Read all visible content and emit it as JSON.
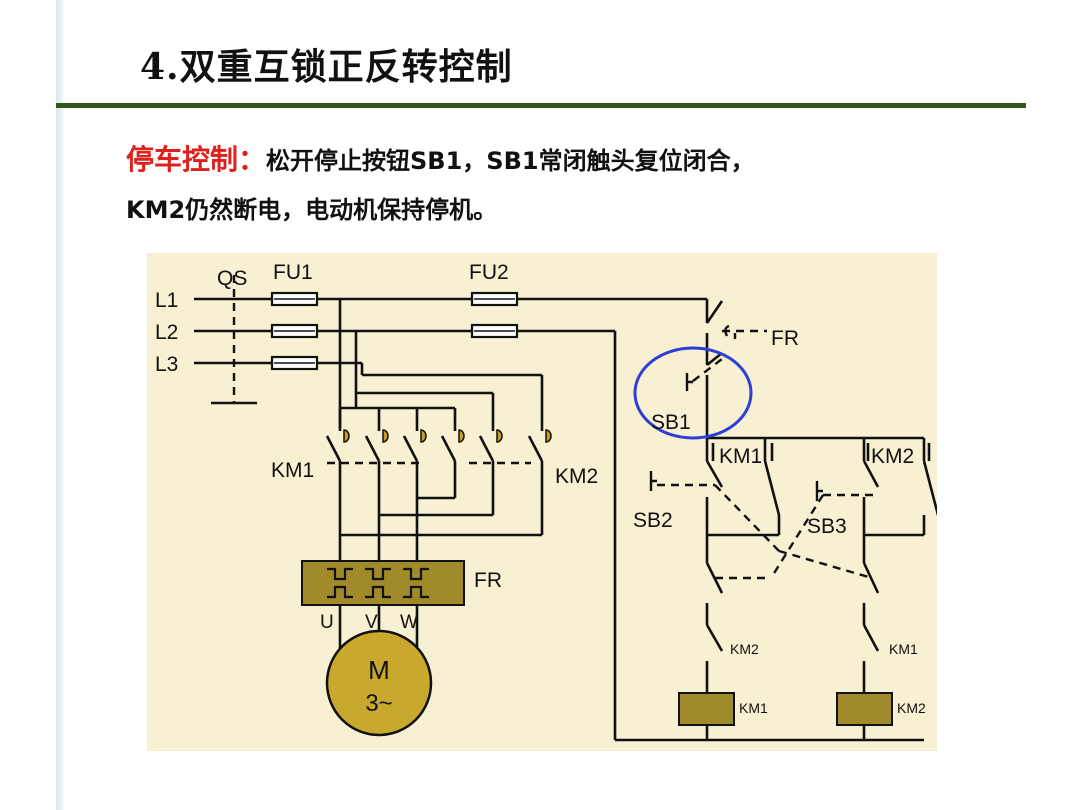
{
  "slide": {
    "title": "4.双重互锁正反转控制",
    "para_key": "停车控制：",
    "para_line1_rest": "松开停止按钮SB1，SB1常闭触头复位闭合，",
    "para_line2": "KM2仍然断电，电动机保持停机。"
  },
  "diagram": {
    "labels": {
      "qs": "QS",
      "fu1": "FU1",
      "fu2": "FU2",
      "l1": "L1",
      "l2": "L2",
      "l3": "L3",
      "km1_main": "KM1",
      "km2_main": "KM2",
      "fr_main": "FR",
      "u": "U",
      "v": "V",
      "w": "W",
      "motor_m": "M",
      "motor_3": "3~",
      "fr_ctrl": "FR",
      "sb1": "SB1",
      "sb2": "SB2",
      "sb3": "SB3",
      "km1_aux": "KM1",
      "km2_aux": "KM2",
      "km2_nc": "KM2",
      "km1_nc": "KM1",
      "km1_coil": "KM1",
      "km2_coil": "KM2"
    },
    "colors": {
      "background": "#f7f0d2",
      "wire": "#111111",
      "component_fill": "#a08a2a",
      "motor_fill": "#c9a92d",
      "highlight_circle": "#2f3fd6"
    }
  }
}
